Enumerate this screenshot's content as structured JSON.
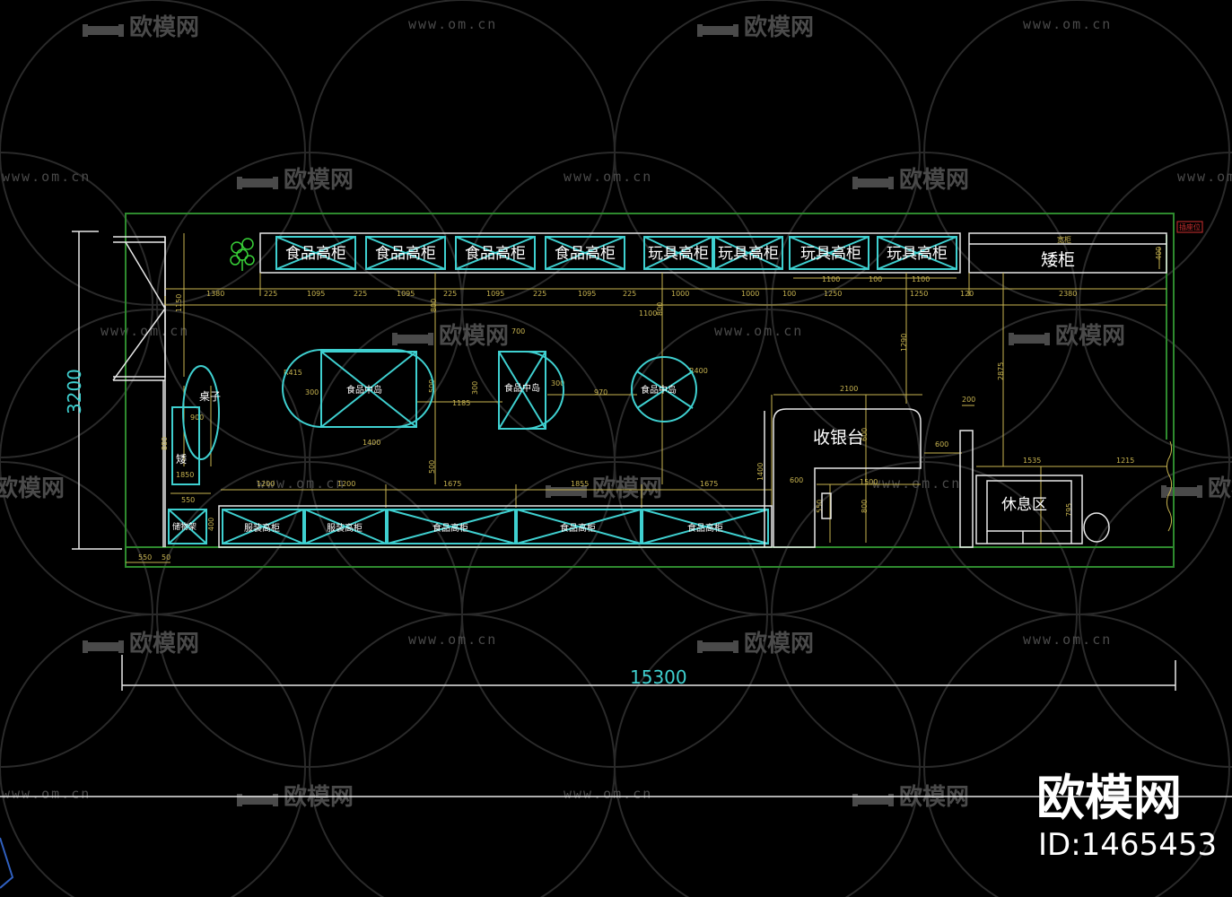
{
  "plan": {
    "overall_width": "15300",
    "overall_height": "3200",
    "tag_top_right": "插座位",
    "food_tall_cabinets": [
      "食品高柜",
      "食品高柜",
      "食品高柜",
      "食品高柜"
    ],
    "toy_tall_cabinets": [
      "玩具高柜",
      "玩具高柜",
      "玩具高柜",
      "玩具高柜"
    ],
    "low_cabinet": "矮柜",
    "low_cabinet_small": "宽柜",
    "island_1": "食品中岛",
    "island_2": "食品中岛",
    "island_3": "食品中岛",
    "table": "桌子",
    "low_label": "矮",
    "cashier": "收银台",
    "rest_area": "休息区",
    "bottom_cabinets": [
      "服装高柜",
      "服装高柜",
      "食品高柜",
      "食品高柜",
      "食品高柜"
    ],
    "small_box": "储物架",
    "top_dims": [
      "1380",
      "225",
      "1095",
      "225",
      "1095",
      "225",
      "1095",
      "225",
      "1095",
      "225",
      "1000",
      "1000",
      "100",
      "1250",
      "100",
      "1250",
      "120",
      "2380"
    ],
    "top_sub_dims": [
      "1100",
      "1100"
    ],
    "misc_dims": {
      "d1150": "1150",
      "d800": "800",
      "d700": "700",
      "d1100": "1100",
      "d800b": "800",
      "r415": "R415",
      "d300a": "300",
      "d1400": "1400",
      "d500": "500",
      "d1185": "1185",
      "d300b": "300",
      "d300c": "300",
      "d970": "970",
      "r400": "R400",
      "d500b": "500",
      "d900": "900",
      "d880": "880",
      "d1850": "1850",
      "d550": "550",
      "d400": "400",
      "d550b": "550",
      "d50": "50",
      "d1200": "1200",
      "d1200b": "1200",
      "d1675": "1675",
      "d1855": "1855",
      "d1675b": "1675",
      "d1400b": "1400",
      "d600": "600",
      "d1500": "1500",
      "d800c": "800",
      "d2100": "2100",
      "d600b": "600",
      "d600c": "600",
      "d1290": "1290",
      "d2875": "2875",
      "d200": "200",
      "d1535": "1535",
      "d1215": "1215",
      "d795": "795",
      "d400b": "400",
      "d550c": "550"
    }
  },
  "watermark": {
    "logo_text": "欧模网",
    "url_text": "www.om.cn"
  },
  "brand": {
    "name": "欧模网",
    "id": "ID:1465453"
  },
  "colors": {
    "background": "#000000",
    "wall": "#2e8a2e",
    "cabinet": "#3fd0d0",
    "dimension": "#c8b450",
    "white_line": "#e8e8e8",
    "text": "#ffffff",
    "watermark": "#4a4a4a",
    "red_tag": "#d03030",
    "plant": "#38d038"
  },
  "icons": {
    "plant": "plant-icon",
    "watermark_logo": "sofa-icon"
  }
}
